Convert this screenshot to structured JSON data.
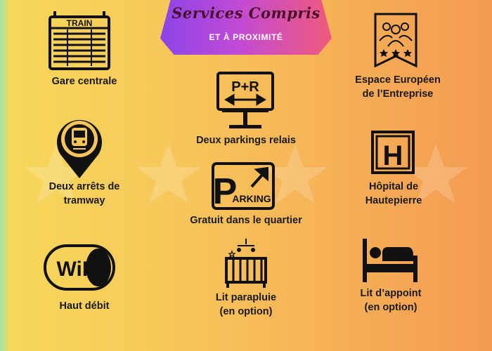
{
  "banner": {
    "title": "Services Compris",
    "subtitle": "ET À PROXIMITÉ"
  },
  "services": {
    "train": {
      "sign": "TRAIN",
      "label": "Gare centrale",
      "icon": "train-board-icon"
    },
    "europe": {
      "line1": "Espace Européen",
      "line2": "de l’Entreprise",
      "icon": "business-people-icon"
    },
    "park_ride": {
      "sign": "P+R",
      "label": "Deux parkings relais",
      "icon": "park-and-ride-icon"
    },
    "tram": {
      "line1": "Deux arrêts de",
      "line2": "tramway",
      "icon": "tram-location-icon"
    },
    "parking": {
      "sign_p": "P",
      "sign_text": "ARKING",
      "label": "Gratuit dans le quartier",
      "icon": "parking-icon"
    },
    "hospital": {
      "sign": "H",
      "line1": "Hôpital de",
      "line2": "Hautepierre",
      "icon": "hospital-icon"
    },
    "wifi": {
      "sign": "WiFi",
      "label": "Haut débit",
      "icon": "wifi-icon"
    },
    "crib": {
      "line1": "Lit parapluie",
      "line2": "(en option)",
      "icon": "crib-icon"
    },
    "bed": {
      "line1": "Lit d’appoint",
      "line2": "(en option)",
      "icon": "bed-icon"
    }
  }
}
